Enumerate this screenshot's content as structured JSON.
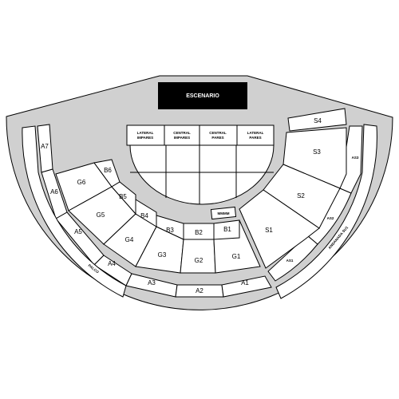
{
  "stage": {
    "label": "ESCENARIO",
    "color": "#000000"
  },
  "colors": {
    "venue": "#d0d0d0",
    "seat_block": "#ffffff",
    "outline": "#000000"
  },
  "pit_labels": [
    {
      "id": "lateral-impares",
      "line1": "LATERAL",
      "line2": "IMPARES"
    },
    {
      "id": "central-impares",
      "line1": "CENTRAL",
      "line2": "IMPARES"
    },
    {
      "id": "central-pares",
      "line1": "CENTRAL",
      "line2": "PARES"
    },
    {
      "id": "lateral-pares",
      "line1": "LATERAL",
      "line2": "PARES"
    }
  ],
  "sections": {
    "A1": "A1",
    "A2": "A2",
    "A3": "A3",
    "A4": "A4",
    "A5": "A5",
    "A6": "A6",
    "A7": "A7",
    "B1": "B1",
    "B2": "B2",
    "B3": "B3",
    "B4": "B4",
    "B5": "B5",
    "B6": "B6",
    "G1": "G1",
    "G2": "G2",
    "G3": "G3",
    "G4": "G4",
    "G5": "G5",
    "G6": "G6",
    "S1": "S1",
    "S2": "S2",
    "S3": "S3",
    "S4": "S4",
    "AS1": "AS1",
    "AS2": "AS2",
    "AS3": "AS3"
  },
  "labels": {
    "sound_booth": "MMMM",
    "palco": "PALCO",
    "andanada": "ANDANADA SU1"
  }
}
